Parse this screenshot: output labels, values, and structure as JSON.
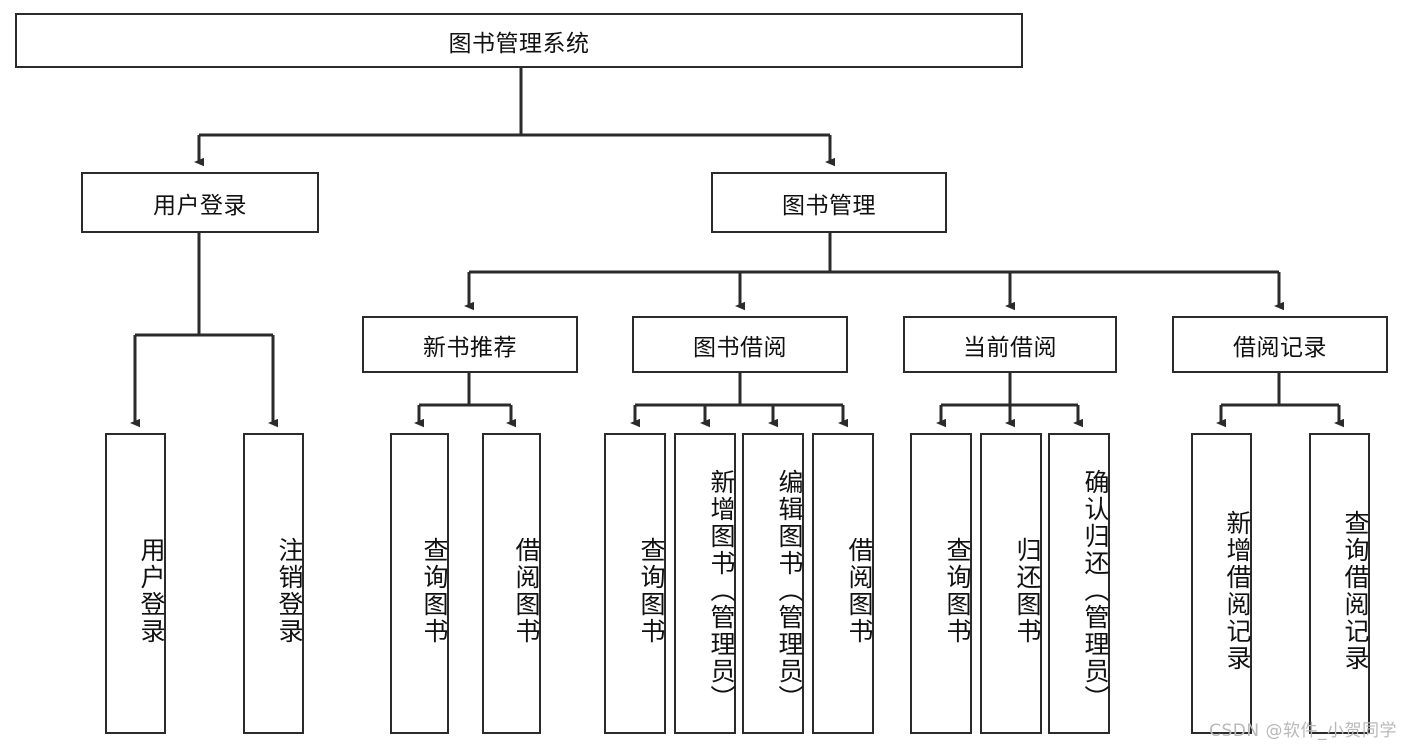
{
  "diagram": {
    "title": "图书管理系统",
    "type": "tree-hierarchy-diagram",
    "colors": {
      "box_border": "#2b2b2b",
      "box_fill": "#ffffff",
      "edge": "#2b2b2b",
      "text": "#111111",
      "watermark": "#b9b9b9"
    },
    "root": {
      "label": "图书管理系统"
    },
    "level2": [
      {
        "label": "用户登录"
      },
      {
        "label": "图书管理"
      }
    ],
    "level3": [
      {
        "label": "新书推荐"
      },
      {
        "label": "图书借阅"
      },
      {
        "label": "当前借阅"
      },
      {
        "label": "借阅记录"
      }
    ],
    "leaves": {
      "user_login": [
        {
          "label": "用户登录"
        },
        {
          "label": "注销登录"
        }
      ],
      "new_book_recommend": [
        {
          "label": "查询图书"
        },
        {
          "label": "借阅图书"
        }
      ],
      "book_borrow": [
        {
          "label": "查询图书"
        },
        {
          "label": "新增图书（管理员）"
        },
        {
          "label": "编辑图书（管理员）"
        },
        {
          "label": "借阅图书"
        }
      ],
      "current_borrow": [
        {
          "label": "查询图书"
        },
        {
          "label": "归还图书"
        },
        {
          "label": "确认归还（管理员）"
        }
      ],
      "borrow_record": [
        {
          "label": "新增借阅记录"
        },
        {
          "label": "查询借阅记录"
        }
      ]
    }
  },
  "watermark": {
    "text": "CSDN @软件_小贺同学"
  }
}
